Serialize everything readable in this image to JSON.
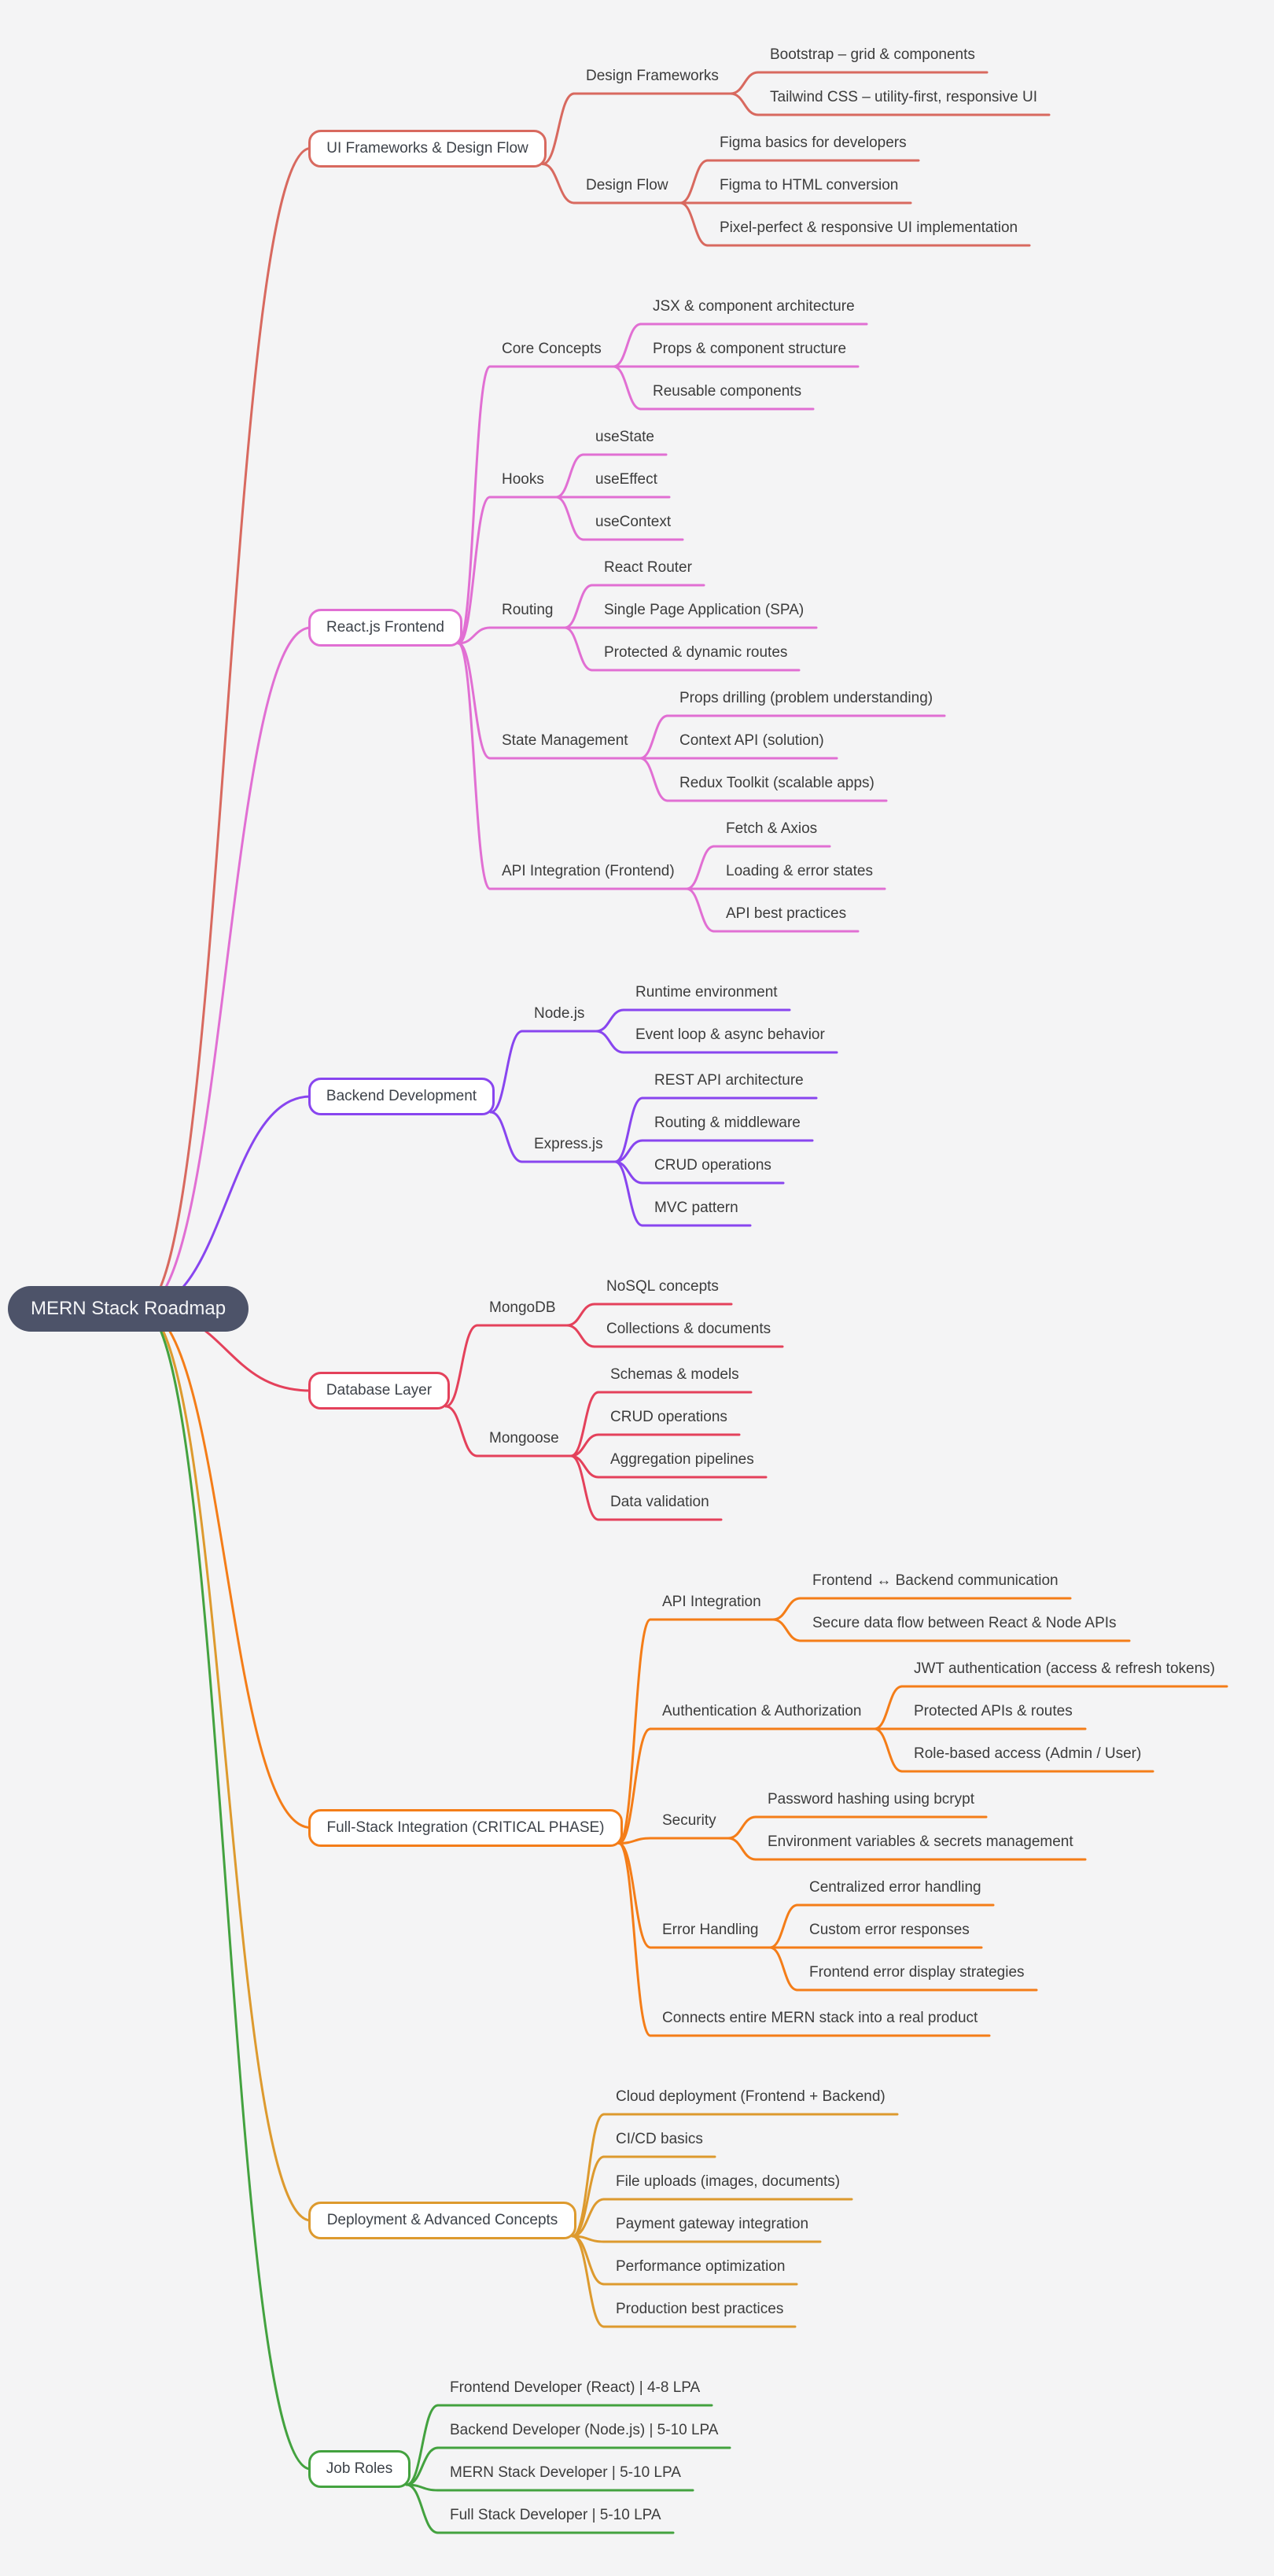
{
  "title": "MERN Stack Roadmap",
  "theme": {
    "background": "#f4f4f5",
    "root_bg": "#4d5369",
    "root_text": "#f4f5f7",
    "text_color": "#3c3c3c"
  },
  "branches": [
    {
      "label": "UI Frameworks & Design Flow",
      "color": "#d8695f",
      "children": [
        {
          "label": "Design Frameworks",
          "children": [
            {
              "label": "Bootstrap – grid & components"
            },
            {
              "label": "Tailwind CSS – utility-first, responsive UI"
            }
          ]
        },
        {
          "label": "Design Flow",
          "children": [
            {
              "label": "Figma basics for developers"
            },
            {
              "label": "Figma to HTML conversion"
            },
            {
              "label": "Pixel-perfect & responsive UI implementation"
            }
          ]
        }
      ]
    },
    {
      "label": "React.js Frontend",
      "color": "#e16fd3",
      "children": [
        {
          "label": "Core Concepts",
          "children": [
            {
              "label": "JSX & component architecture"
            },
            {
              "label": "Props & component structure"
            },
            {
              "label": "Reusable components"
            }
          ]
        },
        {
          "label": "Hooks",
          "children": [
            {
              "label": "useState"
            },
            {
              "label": "useEffect"
            },
            {
              "label": "useContext"
            }
          ]
        },
        {
          "label": "Routing",
          "children": [
            {
              "label": "React Router"
            },
            {
              "label": "Single Page Application (SPA)"
            },
            {
              "label": "Protected & dynamic routes"
            }
          ]
        },
        {
          "label": "State Management",
          "children": [
            {
              "label": "Props drilling (problem understanding)"
            },
            {
              "label": "Context API (solution)"
            },
            {
              "label": "Redux Toolkit (scalable apps)"
            }
          ]
        },
        {
          "label": "API Integration (Frontend)",
          "children": [
            {
              "label": "Fetch & Axios"
            },
            {
              "label": "Loading & error states"
            },
            {
              "label": "API best practices"
            }
          ]
        }
      ]
    },
    {
      "label": "Backend Development",
      "color": "#8845ef",
      "children": [
        {
          "label": "Node.js",
          "children": [
            {
              "label": "Runtime environment"
            },
            {
              "label": "Event loop & async behavior"
            }
          ]
        },
        {
          "label": "Express.js",
          "children": [
            {
              "label": "REST API architecture"
            },
            {
              "label": "Routing & middleware"
            },
            {
              "label": "CRUD operations"
            },
            {
              "label": "MVC pattern"
            }
          ]
        }
      ]
    },
    {
      "label": "Database Layer",
      "color": "#e4415b",
      "children": [
        {
          "label": "MongoDB",
          "children": [
            {
              "label": "NoSQL concepts"
            },
            {
              "label": "Collections & documents"
            }
          ]
        },
        {
          "label": "Mongoose",
          "children": [
            {
              "label": "Schemas & models"
            },
            {
              "label": "CRUD operations"
            },
            {
              "label": "Aggregation pipelines"
            },
            {
              "label": "Data validation"
            }
          ]
        }
      ]
    },
    {
      "label": "Full-Stack Integration (CRITICAL PHASE)",
      "color": "#f47d18",
      "children": [
        {
          "label": "API Integration",
          "children": [
            {
              "label": "Frontend ↔ Backend communication"
            },
            {
              "label": "Secure data flow between React & Node APIs"
            }
          ]
        },
        {
          "label": "Authentication & Authorization",
          "children": [
            {
              "label": "JWT authentication (access & refresh tokens)"
            },
            {
              "label": "Protected APIs & routes"
            },
            {
              "label": "Role-based access (Admin / User)"
            }
          ]
        },
        {
          "label": "Security",
          "children": [
            {
              "label": "Password hashing using bcrypt"
            },
            {
              "label": "Environment variables & secrets management"
            }
          ]
        },
        {
          "label": "Error Handling",
          "children": [
            {
              "label": "Centralized error handling"
            },
            {
              "label": "Custom error responses"
            },
            {
              "label": "Frontend error display strategies"
            }
          ]
        },
        {
          "label": "Connects entire MERN stack into a real product"
        }
      ]
    },
    {
      "label": "Deployment & Advanced Concepts",
      "color": "#dd9a2e",
      "children": [
        {
          "label": "Cloud deployment (Frontend + Backend)"
        },
        {
          "label": "CI/CD basics"
        },
        {
          "label": "File uploads (images, documents)"
        },
        {
          "label": "Payment gateway integration"
        },
        {
          "label": "Performance optimization"
        },
        {
          "label": "Production best practices"
        }
      ]
    },
    {
      "label": "Job Roles",
      "color": "#43a23f",
      "children": [
        {
          "label": "Frontend Developer (React) | 4-8 LPA"
        },
        {
          "label": "Backend Developer (Node.js) | 5-10 LPA"
        },
        {
          "label": "MERN Stack Developer | 5-10 LPA"
        },
        {
          "label": "Full Stack Developer | 5-10 LPA"
        }
      ]
    }
  ]
}
